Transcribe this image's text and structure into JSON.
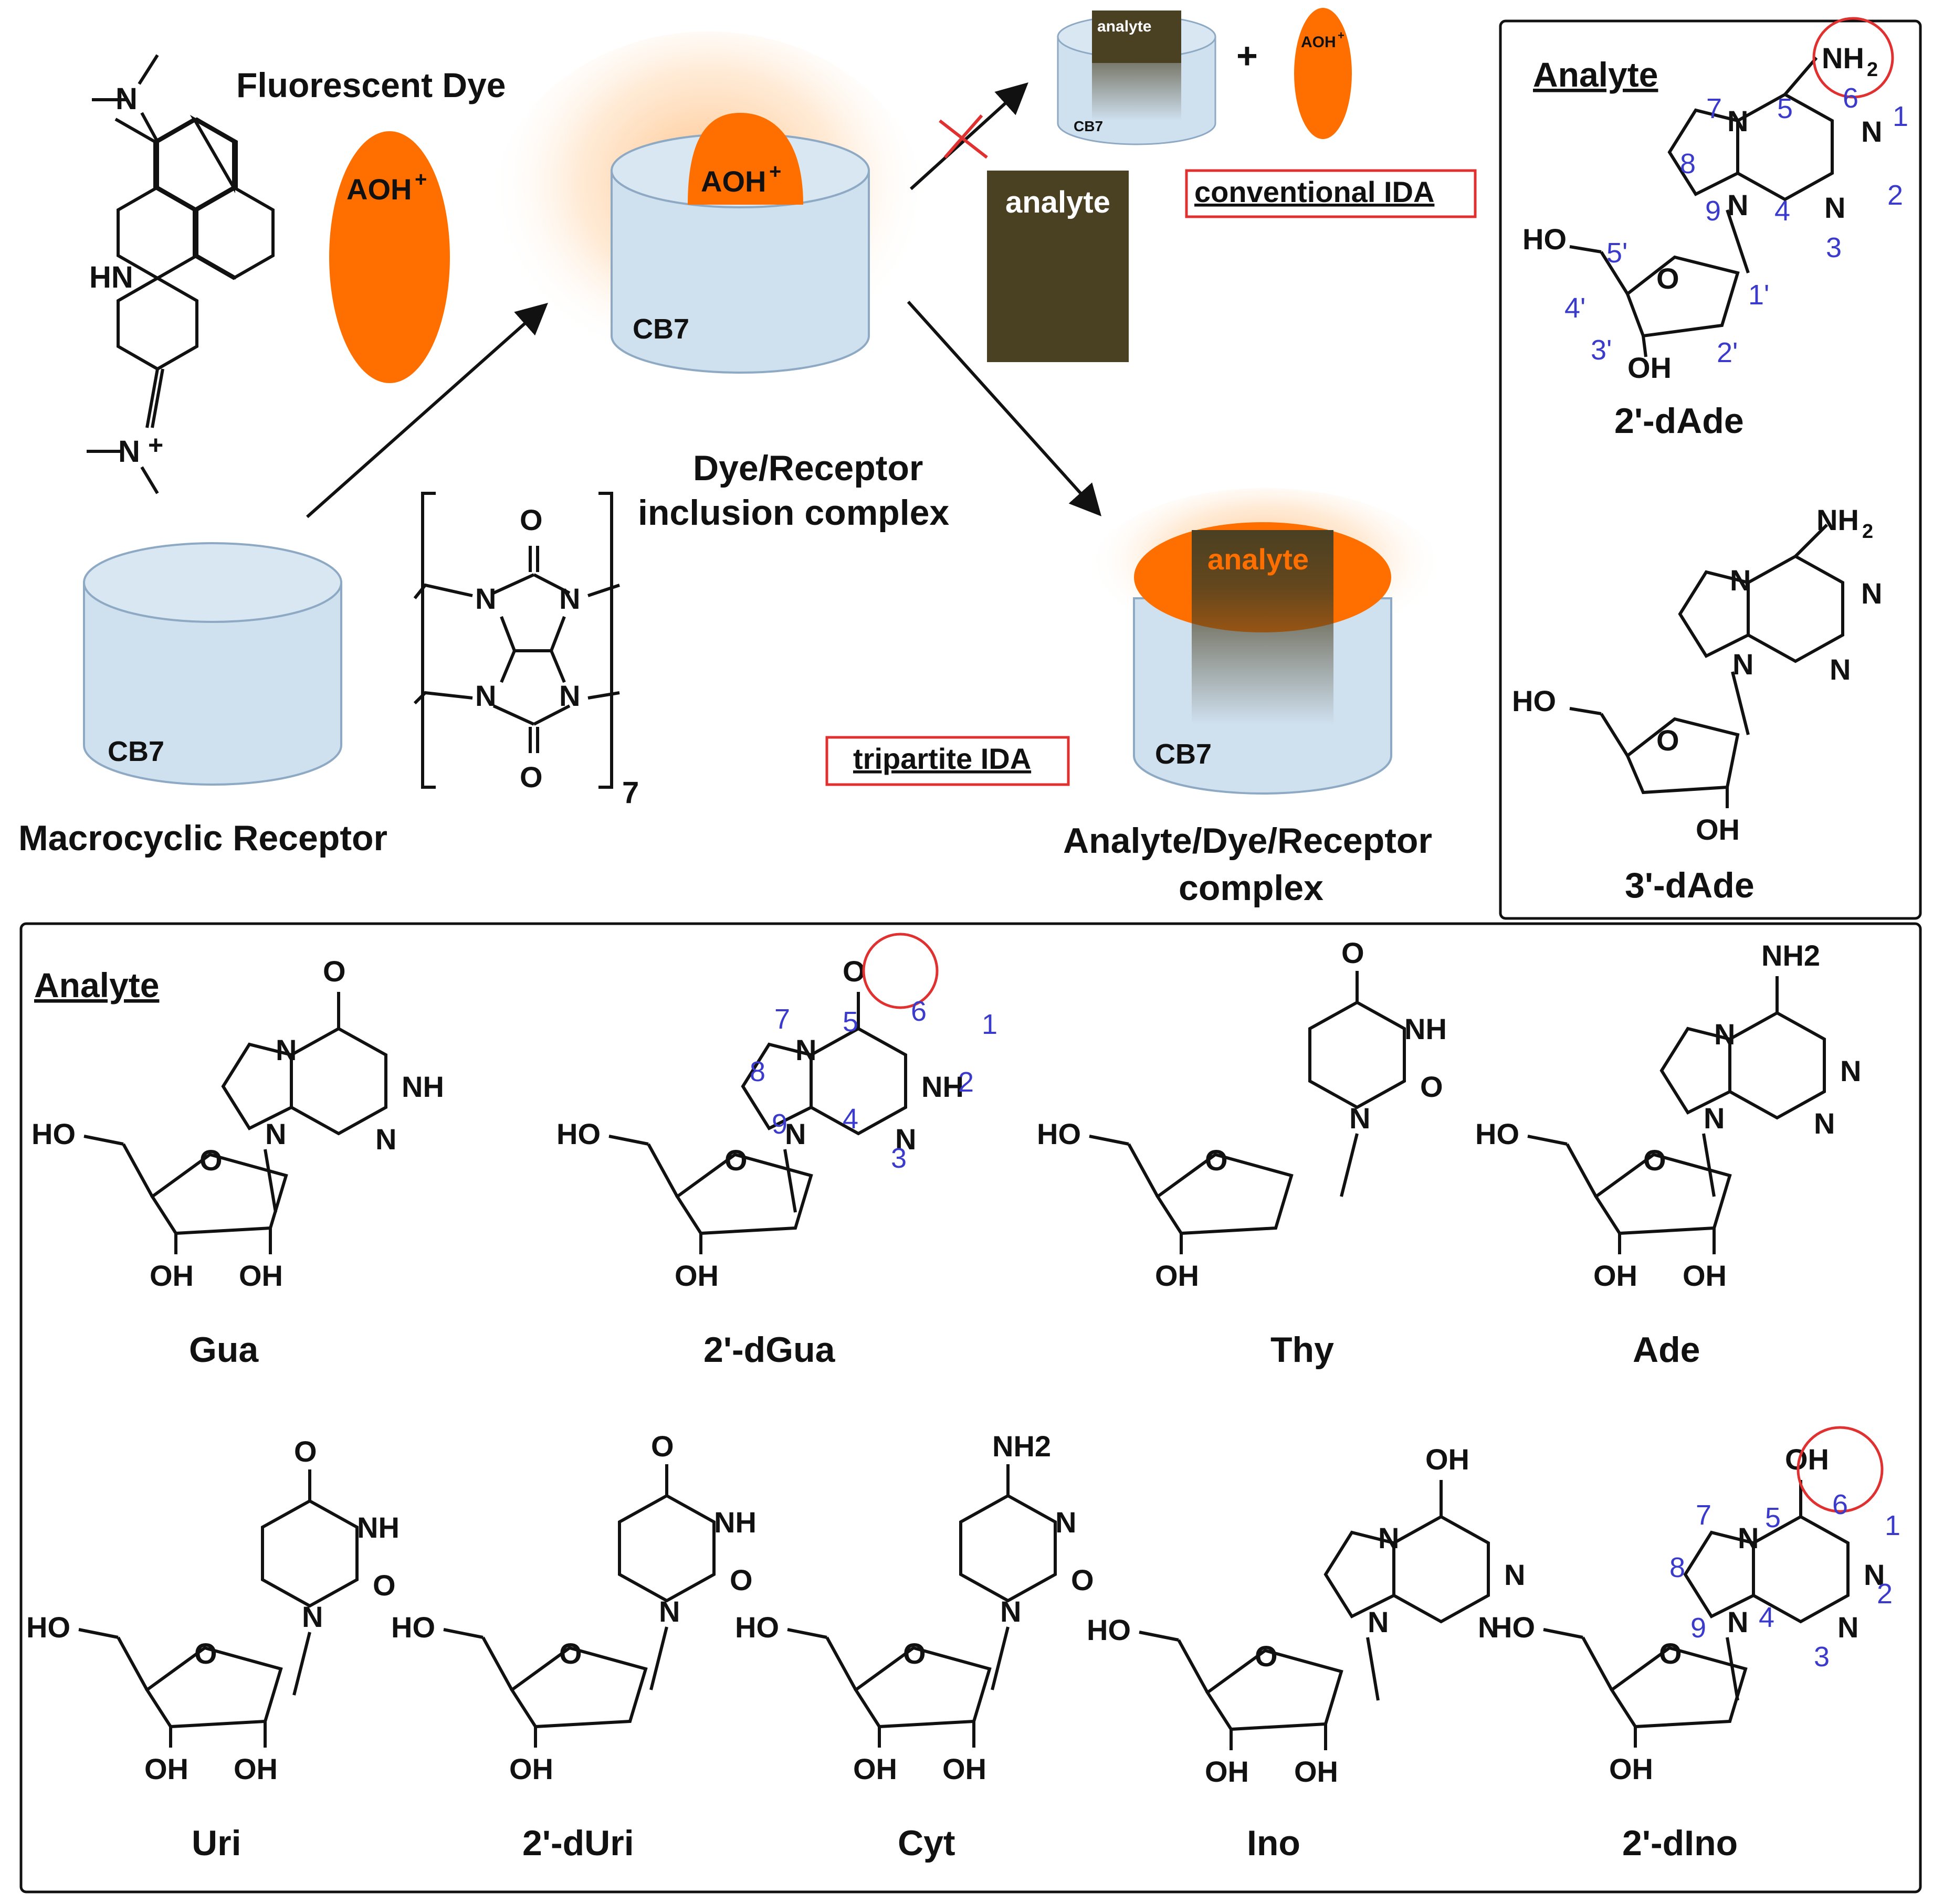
{
  "colors": {
    "dye_orange": "#ff6f00",
    "cb7_fill": "#cfe0ef",
    "cb7_stroke": "#8ea9c3",
    "analyte_block": "#4a4022",
    "highlight_red": "#e03030",
    "numbering_blue": "#3a3acc"
  },
  "scheme": {
    "dye_title": "Fluorescent Dye",
    "dye_label": "AOH",
    "dye_charge": "+",
    "receptor_title": "Macrocyclic Receptor",
    "cb7_label": "CB7",
    "inclusion_title_line1": "Dye/Receptor",
    "inclusion_title_line2": "inclusion complex",
    "analyte_word": "analyte",
    "plus_sign": "+",
    "conventional_ida": "conventional IDA",
    "tripartite_ida": "tripartite IDA",
    "ternary_title_line1": "Analyte/Dye/Receptor",
    "ternary_title_line2": "complex",
    "repeat_subscript": "7"
  },
  "panels": {
    "top_right_heading": "Analyte",
    "bottom_heading": "Analyte"
  },
  "analytes": {
    "dade2": "2'-dAde",
    "dade3": "3'-dAde",
    "gua": "Gua",
    "dgua": "2'-dGua",
    "thy": "Thy",
    "ade": "Ade",
    "uri": "Uri",
    "duri": "2'-dUri",
    "cyt": "Cyt",
    "ino": "Ino",
    "dino": "2'-dIno"
  },
  "chem_icons": [
    "acridine-orange-structure",
    "cucurbituril-unit-structure",
    "nucleoside-structures"
  ]
}
